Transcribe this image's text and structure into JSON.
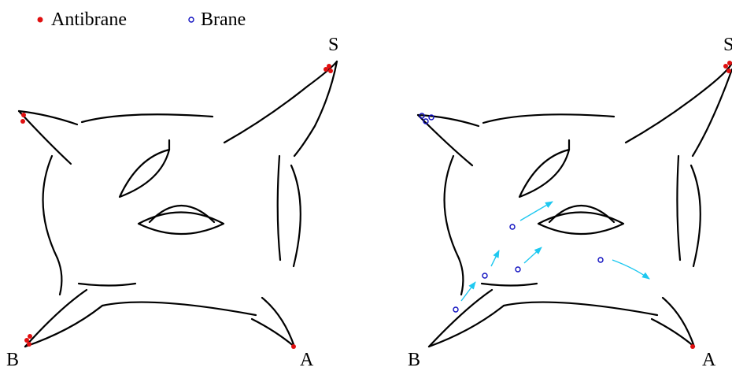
{
  "legend": {
    "antibrane_label": "Antibrane",
    "brane_label": "Brane"
  },
  "corner_labels": {
    "left_s": "S",
    "left_b": "B",
    "left_a": "A",
    "right_s": "S",
    "right_b": "B",
    "right_a": "A"
  },
  "colors": {
    "antibrane": "#e01010",
    "brane": "#1010c0",
    "arrow": "#1ec8f0",
    "outline": "#000000"
  }
}
